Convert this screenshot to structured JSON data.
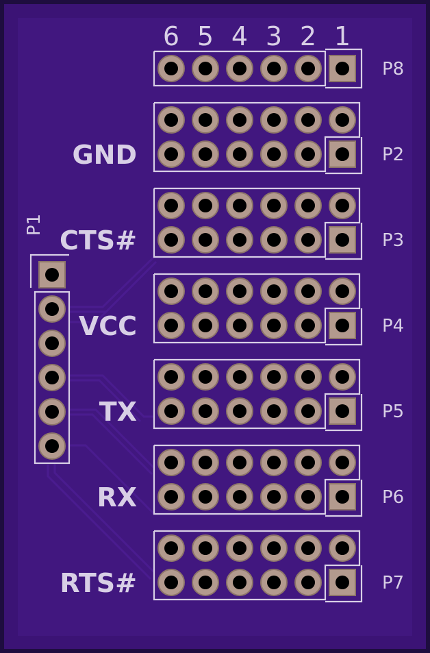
{
  "board": {
    "colors": {
      "edge": "#1e0d3f",
      "substrate": "#3b1375",
      "copper_pour": "#41177f",
      "trace": "#4a1c8f",
      "pad": "#b39a8e",
      "silkscreen": "#d8cfe6"
    }
  },
  "column_numbers": [
    "6",
    "5",
    "4",
    "3",
    "2",
    "1"
  ],
  "side_connector": {
    "label": "P1",
    "pins": 6
  },
  "headers": [
    {
      "ref": "P8",
      "signal": "",
      "rows": 1
    },
    {
      "ref": "P2",
      "signal": "GND",
      "rows": 2
    },
    {
      "ref": "P3",
      "signal": "CTS#",
      "rows": 2
    },
    {
      "ref": "P4",
      "signal": "VCC",
      "rows": 2
    },
    {
      "ref": "P5",
      "signal": "TX",
      "rows": 2
    },
    {
      "ref": "P6",
      "signal": "RX",
      "rows": 2
    },
    {
      "ref": "P7",
      "signal": "RTS#",
      "rows": 2
    }
  ]
}
